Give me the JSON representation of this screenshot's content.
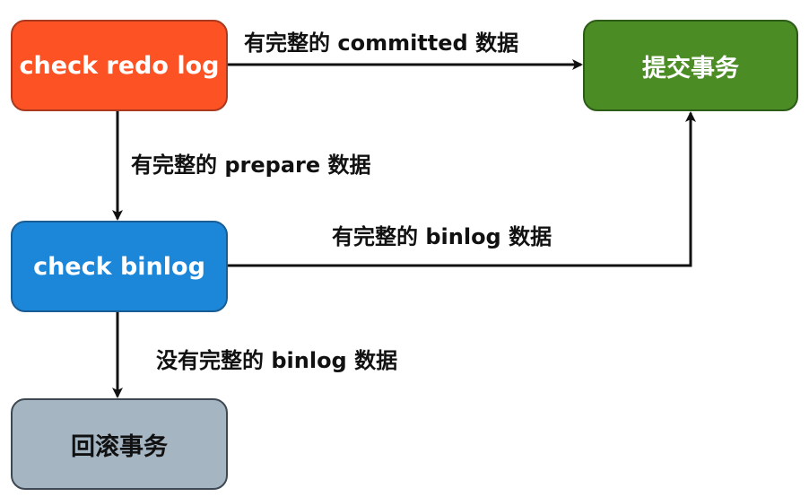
{
  "diagram": {
    "nodes": {
      "check_redo_log": "check redo log",
      "commit_transaction": "提交事务",
      "check_binlog": "check binlog",
      "rollback_transaction": "回滚事务"
    },
    "edges": {
      "redo_to_commit": "有完整的 committed 数据",
      "redo_to_binlog": "有完整的 prepare 数据",
      "binlog_to_commit": "有完整的 binlog 数据",
      "binlog_to_rollback": "没有完整的 binlog 数据"
    },
    "colors": {
      "check_redo_log": "#fd5223",
      "commit_transaction": "#4b8c25",
      "check_binlog": "#1c87d9",
      "rollback_transaction": "#a6b5c2",
      "arrow": "#111111"
    }
  }
}
